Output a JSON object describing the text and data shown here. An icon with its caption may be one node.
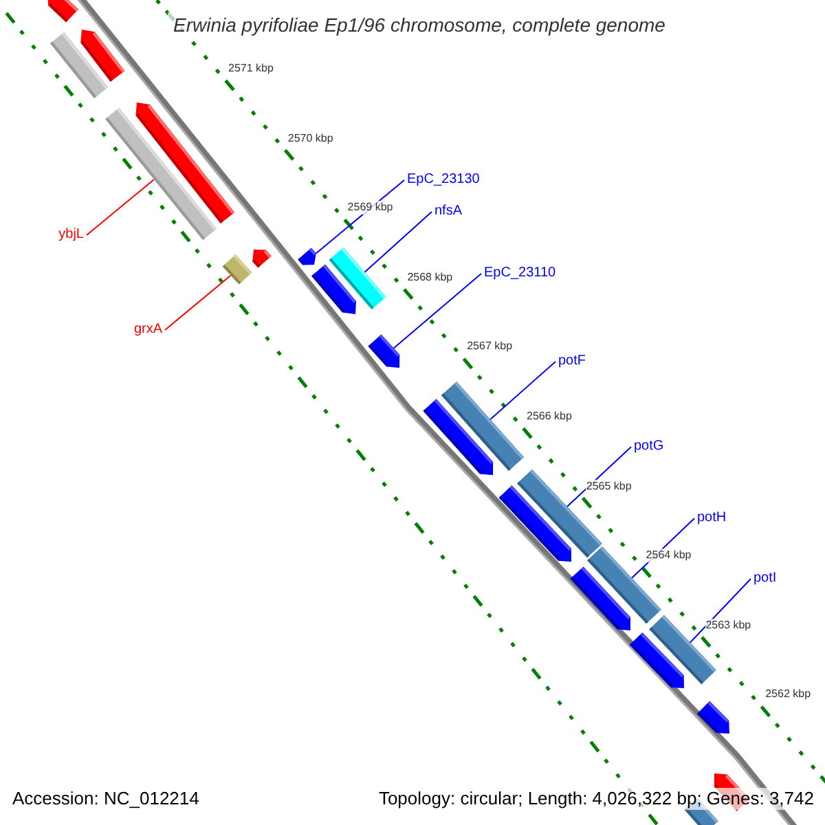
{
  "diagram": {
    "title": "Erwinia pyrifoliae Ep1/96 chromosome, complete genome",
    "nodes": [
      {
        "text": [
          "ybjL"
        ]
      },
      {
        "text": [
          "grxA"
        ]
      },
      {
        "text": [
          "EpC_23130"
        ]
      },
      {
        "text": [
          "nfsA"
        ]
      },
      {
        "text": [
          "EpC_23110"
        ]
      },
      {
        "text": [
          "potF"
        ]
      },
      {
        "text": [
          "potG"
        ]
      },
      {
        "text": [
          "potH"
        ]
      },
      {
        "text": [
          "potI"
        ]
      },
      {
        "text": [],
        "shape": "arrow"
      },
      {
        "text": [],
        "shape": "arrow"
      },
      {
        "text": [],
        "shape": "box"
      },
      {
        "text": [],
        "shape": "arrow"
      },
      {
        "text": [],
        "shape": "box"
      },
      {
        "text": [],
        "shape": "arrow"
      },
      {
        "text": [],
        "shape": "arrow"
      },
      {
        "text": [],
        "shape": "box"
      },
      {
        "text": [],
        "shape": "box"
      },
      {
        "text": [],
        "shape": "arrow"
      },
      {
        "text": [],
        "shape": "arrow"
      },
      {
        "text": [],
        "shape": "box"
      },
      {
        "text": [],
        "shape": "arrow"
      },
      {
        "text": [],
        "shape": "box"
      },
      {
        "text": [],
        "shape": "arrow"
      },
      {
        "text": [],
        "shape": "box"
      },
      {
        "text": [],
        "shape": "arrow"
      },
      {
        "text": [],
        "shape": "box"
      },
      {
        "text": [],
        "shape": "arrow"
      },
      {
        "text": [],
        "shape": "arrow"
      },
      {
        "text": [],
        "shape": "arrow"
      },
      {
        "text": [],
        "shape": "box"
      }
    ],
    "edges": [
      {
        "from": 0,
        "to": 13,
        "arrow": "none",
        "color": "#ff0000"
      },
      {
        "from": 1,
        "to": 17,
        "arrow": "none",
        "color": "#ff0000"
      },
      {
        "from": 2,
        "to": 15,
        "arrow": "none"
      },
      {
        "from": 3,
        "to": 16,
        "arrow": "none"
      },
      {
        "from": 4,
        "to": 19,
        "arrow": "none"
      },
      {
        "from": 5,
        "to": 20,
        "arrow": "none"
      },
      {
        "from": 6,
        "to": 22,
        "arrow": "none"
      },
      {
        "from": 7,
        "to": 24,
        "arrow": "none"
      },
      {
        "from": 8,
        "to": 26,
        "arrow": "none"
      }
    ],
    "labels": [
      "2571 kbp",
      "2570 kbp",
      "2569 kbp",
      "2568 kbp",
      "2567 kbp",
      "2566 kbp",
      "2565 kbp",
      "2564 kbp",
      "2563 kbp",
      "2562 kbp",
      "Accession: NC_012214",
      "Topology: circular; Length: 4,026,322 bp; Genes: 3,742"
    ]
  }
}
